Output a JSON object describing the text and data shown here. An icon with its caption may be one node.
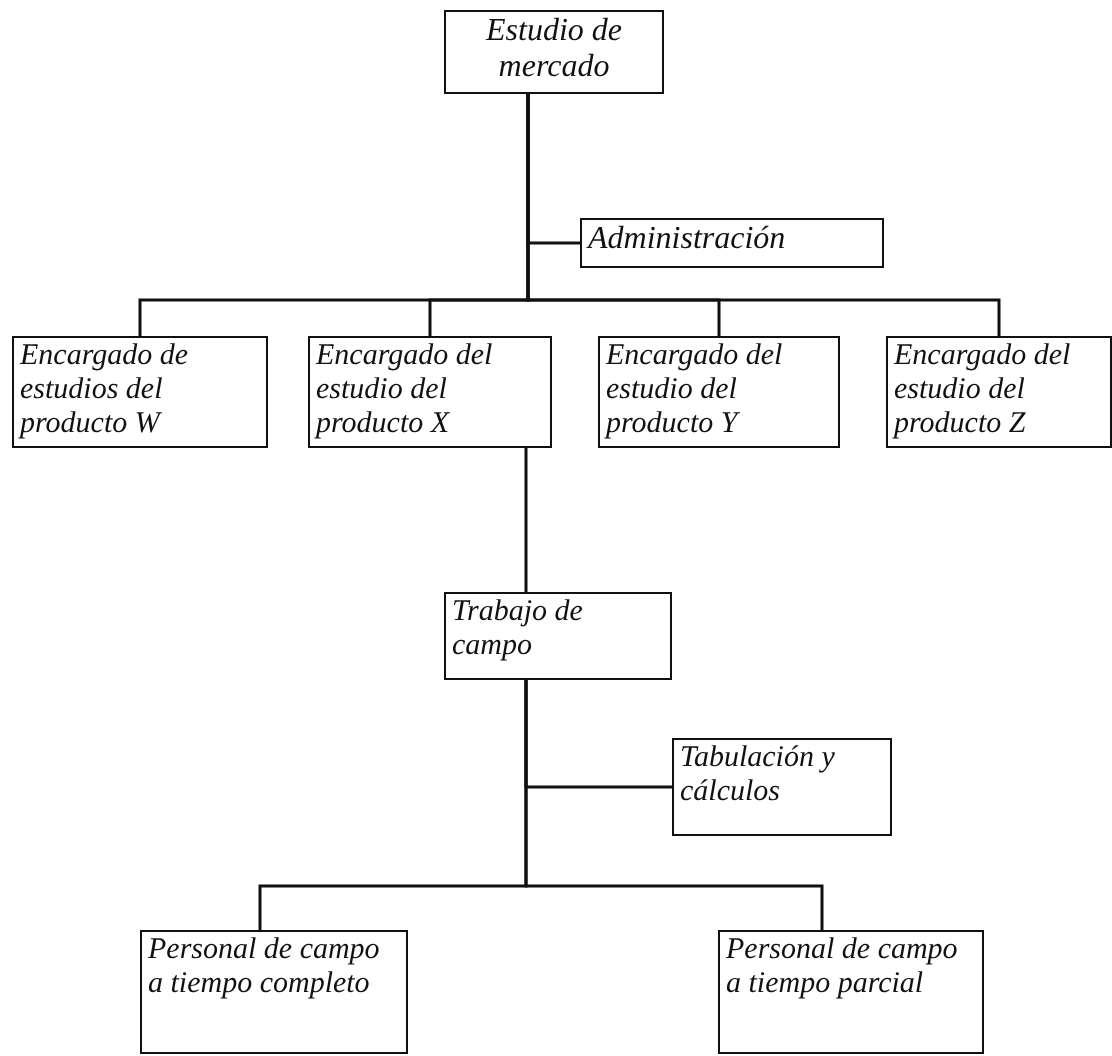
{
  "diagram": {
    "nodes": [
      {
        "text": [
          "Estudio de mercado"
        ]
      },
      {
        "text": [
          "Administración"
        ]
      },
      {
        "text": [
          "Encargado de estudios del producto W"
        ]
      },
      {
        "text": [
          "Encargado del estudio del producto X"
        ]
      },
      {
        "text": [
          "Encargado del estudio del producto Y"
        ]
      },
      {
        "text": [
          "Encargado del estudio del producto Z"
        ]
      },
      {
        "text": [
          "Trabajo de campo"
        ]
      },
      {
        "text": [
          "Tabulación y cálculos"
        ]
      },
      {
        "text": [
          "Personal de campo a tiempo completo"
        ]
      },
      {
        "text": [
          "Personal de campo a tiempo parcial"
        ]
      }
    ],
    "edges": [
      {
        "from": 0,
        "to": 1,
        "arrow": "none"
      },
      {
        "from": 0,
        "to": 2,
        "arrow": "none"
      },
      {
        "from": 0,
        "to": 3,
        "arrow": "none"
      },
      {
        "from": 0,
        "to": 4,
        "arrow": "none"
      },
      {
        "from": 0,
        "to": 5,
        "arrow": "none"
      },
      {
        "from": 3,
        "to": 6,
        "arrow": "none"
      },
      {
        "from": 6,
        "to": 7,
        "arrow": "none"
      },
      {
        "from": 6,
        "to": 8,
        "arrow": "none"
      },
      {
        "from": 6,
        "to": 9,
        "arrow": "none"
      }
    ]
  }
}
